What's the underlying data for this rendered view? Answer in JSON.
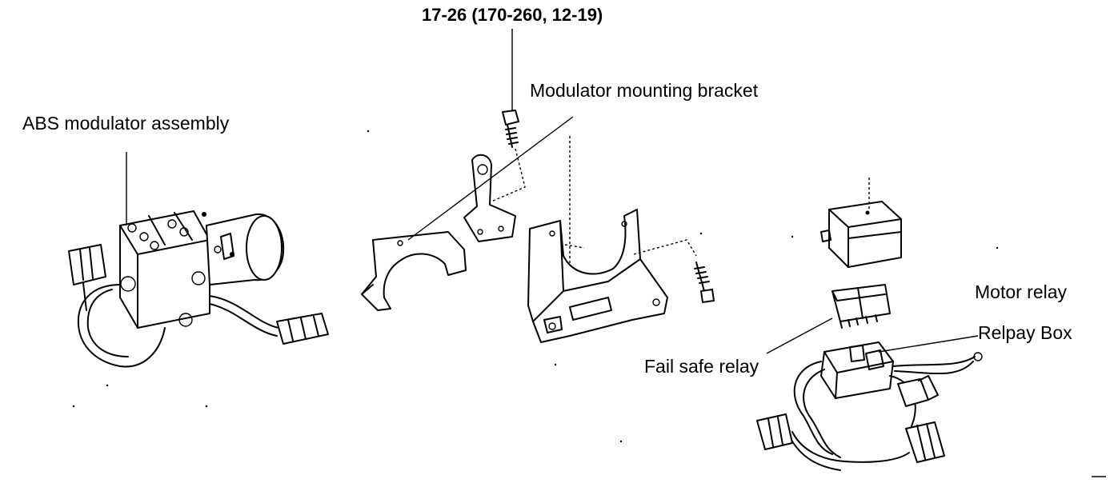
{
  "labels": {
    "torque_spec": "17-26 (170-260, 12-19)",
    "modulator_mounting_bracket": "Modulator mounting bracket",
    "abs_modulator_assembly": "ABS modulator assembly",
    "motor_relay": "Motor relay",
    "relpay_box": "Relpay Box",
    "fail_safe_relay": "Fail safe relay"
  }
}
